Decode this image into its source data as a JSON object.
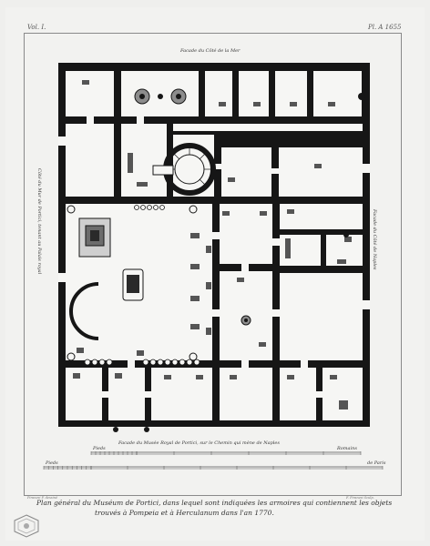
{
  "header": {
    "volume": "Vol. I.",
    "plate": "Pl. A 1655"
  },
  "facades": {
    "top": "Facade du Côté de la Mer",
    "left": "Côté du Mur de Portici, tenant au Palais royal",
    "right": "Facade du Côté de Naples",
    "bottom": "Facade du Musée Royal de Portici, sur le Chemin qui mène de Naples"
  },
  "scales": {
    "upper_left": "Pieds",
    "upper_right": "Romains",
    "lower_left": "Pieds",
    "lower_right": "de Paris"
  },
  "caption": {
    "line1": "Plan général du Muséum de Portici, dans lequel sont indiquées les armoires qui contiennent les objets",
    "line2": "trouvés à Pompeia et à Herculanum dans l'an 1770."
  },
  "credits": {
    "left": "Piranesi F. dessiné",
    "right": "F. Piranesi Sculp."
  },
  "seal": {
    "icon": "engraver-seal-icon"
  },
  "colors": {
    "paper": "#f2f2f0",
    "wall": "#161616",
    "floor": "#f6f6f4",
    "ink": "#333333"
  }
}
